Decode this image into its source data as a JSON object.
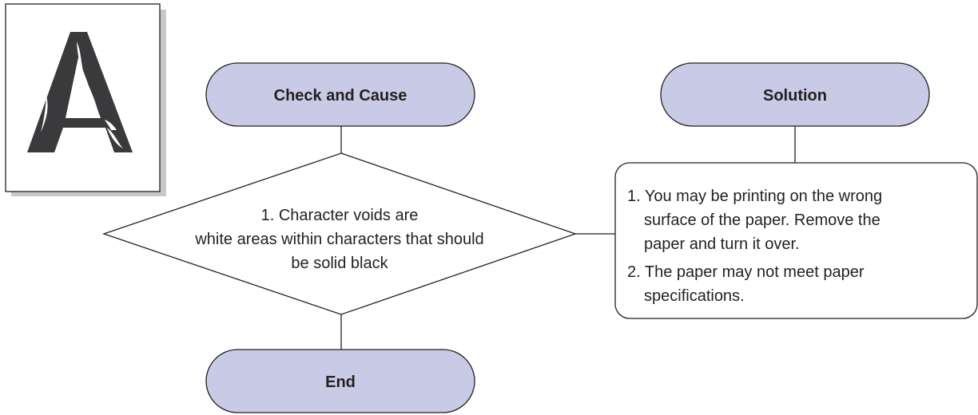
{
  "nodes": {
    "check_and_cause": {
      "label": "Check and Cause"
    },
    "solution": {
      "label": "Solution"
    },
    "end": {
      "label": "End"
    },
    "decision": {
      "lines": [
        "1. Character voids are",
        "white areas within characters that should",
        "be solid black"
      ]
    },
    "solution_box": {
      "items": [
        {
          "lines": [
            "1. You may be printing on the wrong",
            "surface of the paper. Remove the",
            "paper and turn it over."
          ]
        },
        {
          "lines": [
            "2. The paper may not meet paper",
            "specifications."
          ]
        }
      ]
    }
  },
  "sample_page": {
    "glyph": "A",
    "defect": "character voids"
  },
  "colors": {
    "terminal_fill": "#c9cbe6",
    "stroke": "#231f20",
    "page_shadow": "#c7c8ca",
    "glyph": "#3a3a3c"
  }
}
